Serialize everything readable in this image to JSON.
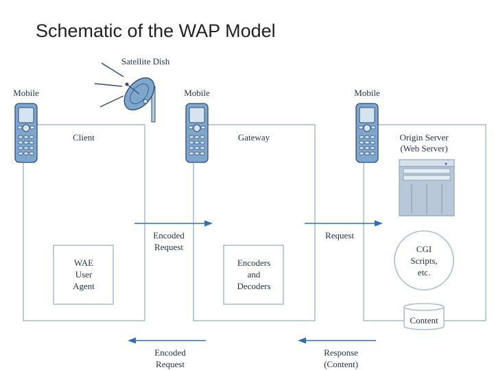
{
  "title": "Schematic of the WAP Model",
  "labels": {
    "satellite": "Satellite Dish",
    "mobile_1": "Mobile",
    "mobile_2": "Mobile",
    "mobile_3": "Mobile",
    "client": "Client",
    "gateway": "Gateway",
    "origin_server": [
      "Origin Server",
      "(Web Server)"
    ],
    "wae_user_agent": [
      "WAE",
      "User",
      "Agent"
    ],
    "encoders_decoders": [
      "Encoders",
      "and",
      "Decoders"
    ],
    "cgi_scripts": [
      "CGI",
      "Scripts,",
      "etc."
    ],
    "content": "Content",
    "encoded_request_top": [
      "Encoded",
      "Request"
    ],
    "request": "Request",
    "encoded_request_bottom": [
      "Encoded",
      "Request"
    ],
    "response": [
      "Response",
      "(Content)"
    ]
  },
  "colors": {
    "frame": "#a9c0d6",
    "arrow": "#2f6fb5",
    "label": "#22334a",
    "phone_body": "#7fa6cc",
    "server": "#b9c8d8"
  }
}
